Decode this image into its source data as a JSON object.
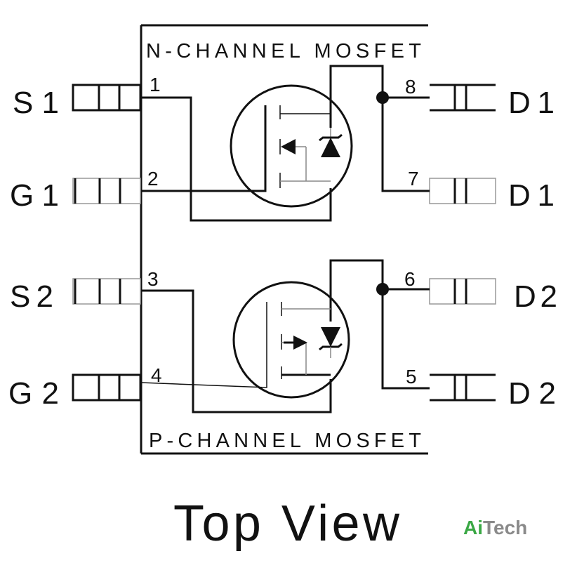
{
  "package": {
    "top_label": "N-CHANNEL MOSFET",
    "bottom_label": "P-CHANNEL MOSFET"
  },
  "pins": {
    "left": [
      {
        "name": "S1",
        "number": "1"
      },
      {
        "name": "G1",
        "number": "2"
      },
      {
        "name": "S2",
        "number": "3"
      },
      {
        "name": "G2",
        "number": "4"
      }
    ],
    "right": [
      {
        "name": "D1",
        "number": "8"
      },
      {
        "name": "D1",
        "number": "7"
      },
      {
        "name": "D2",
        "number": "6"
      },
      {
        "name": "D2",
        "number": "5"
      }
    ]
  },
  "caption": "Top View",
  "brand": {
    "text_a": "Ai",
    "text_b": "Tech",
    "color_a": "#3aa845",
    "color_b": "#8a8a8a"
  }
}
